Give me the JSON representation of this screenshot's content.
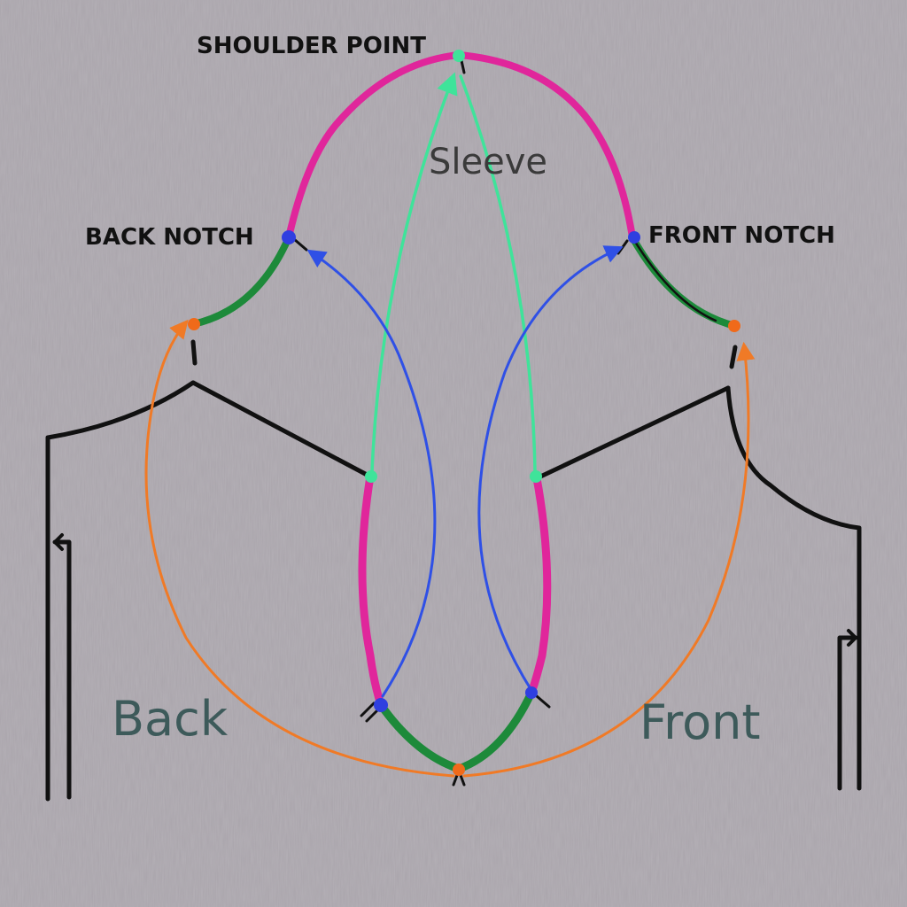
{
  "labels": {
    "shoulder_point": "SHOULDER POINT",
    "back_notch": "BACK NOTCH",
    "front_notch": "FRONT NOTCH",
    "sleeve": "Sleeve",
    "back": "Back",
    "front": "Front"
  },
  "colors": {
    "background": "#a9a4ab",
    "pattern_line": "#111111",
    "sleeve_cap_upper": "#e0269b",
    "sleeve_cap_lower": "#1d8a3a",
    "armhole_back": "#e0269b",
    "armhole_lower": "#1d8a3a",
    "shoulder_match": "#3fe39a",
    "notch_match": "#2f50e6",
    "underarm_match": "#f07a26",
    "notch_dot": "#2f3fe0",
    "shoulder_dot": "#3fe39a",
    "underarm_dot": "#f06a1a",
    "label_sleeve": "#3a3a3a",
    "label_piece": "#3d5a5a"
  }
}
